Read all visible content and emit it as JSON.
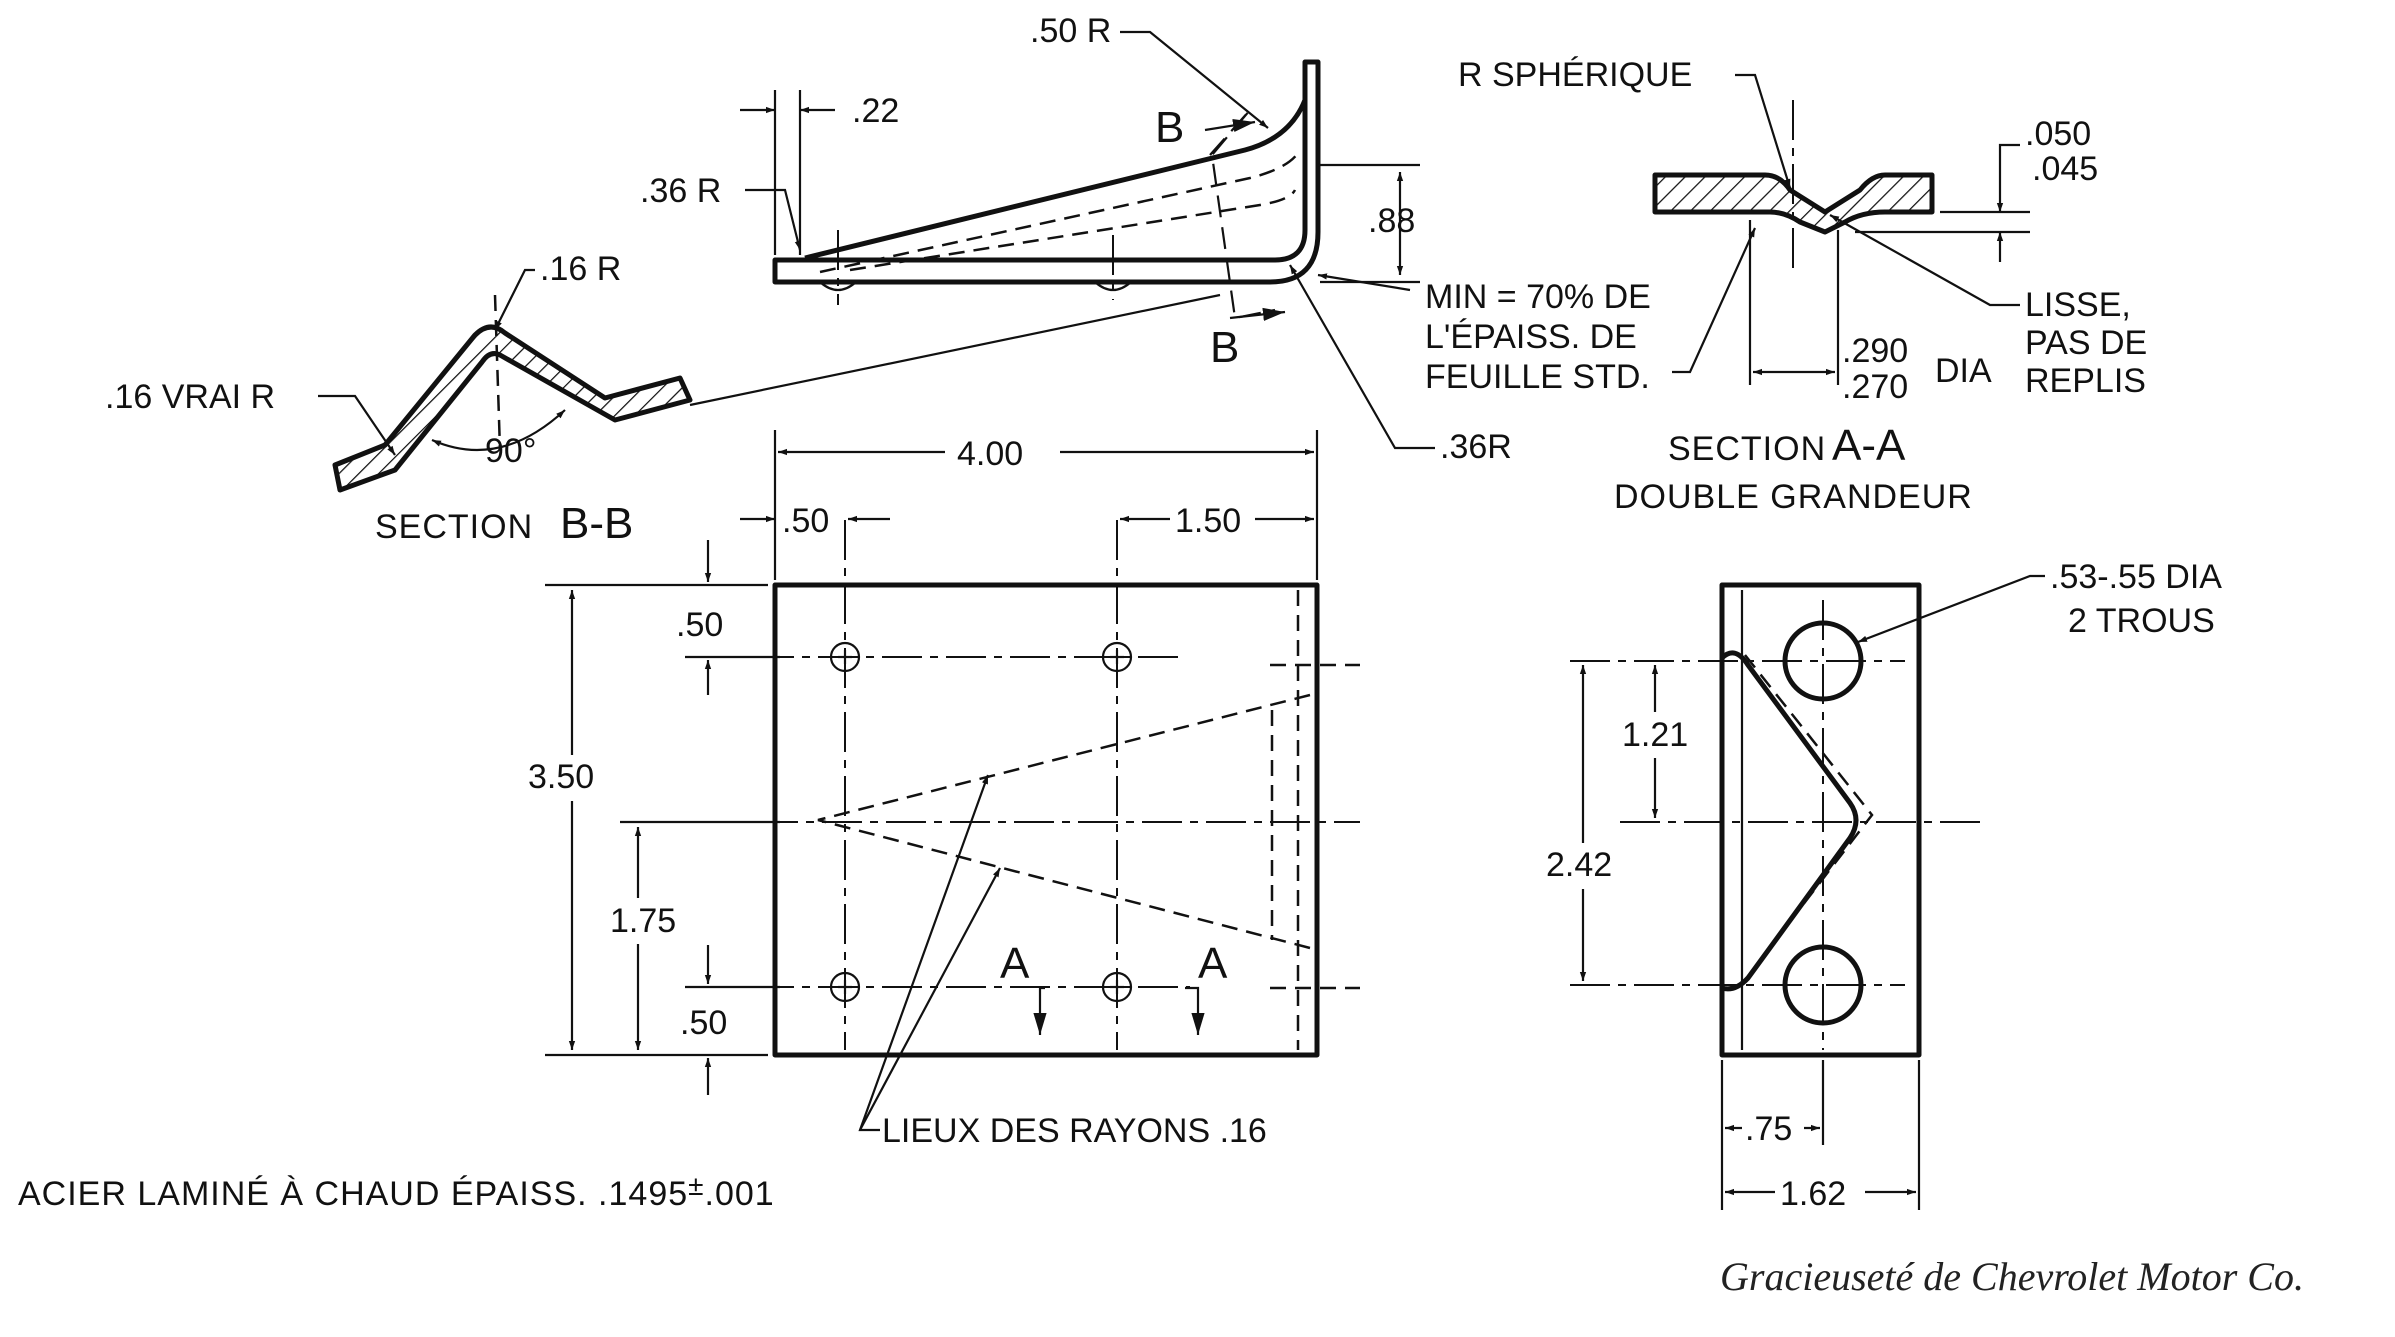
{
  "side_view": {
    "r50": ".50 R",
    "d22": ".22",
    "r36_top": ".36 R",
    "d88": ".88",
    "r36_bottom": ".36R",
    "min_line1": "MIN = 70% DE",
    "min_line2": "L'ÉPAISS. DE",
    "min_line3": "FEUILLE STD.",
    "cut_b": "B"
  },
  "section_bb": {
    "r16": ".16 R",
    "true_r": ".16 VRAI R",
    "angle": "90°",
    "title_word": "SECTION",
    "title_id": "B-B"
  },
  "section_aa": {
    "r_spherique": "R SPHÉRIQUE",
    "t1": ".050",
    "t2": ".045",
    "lisse1": "LISSE,",
    "lisse2": "PAS DE",
    "lisse3": "REPLIS",
    "dia1": ".290",
    "dia2": ".270",
    "dia_label": "DIA",
    "title_word": "SECTION",
    "title_id": "A-A",
    "scale": "DOUBLE GRANDEUR"
  },
  "plan_view": {
    "w400": "4.00",
    "w50": ".50",
    "w150": "1.50",
    "h50_top": ".50",
    "h350": "3.50",
    "h175": "1.75",
    "h50_bot": ".50",
    "cut_a": "A",
    "locus": "LIEUX DES RAYONS .16"
  },
  "end_view": {
    "holes1": ".53-.55 DIA",
    "holes2": "2 TROUS",
    "h121": "1.21",
    "h242": "2.42",
    "w75": ".75",
    "w162": "1.62"
  },
  "material_note": "ACIER LAMINÉ À CHAUD ÉPAISS. .1495",
  "material_tol_sign": "±",
  "material_tol": ".001",
  "credit": "Gracieuseté de Chevrolet Motor Co."
}
